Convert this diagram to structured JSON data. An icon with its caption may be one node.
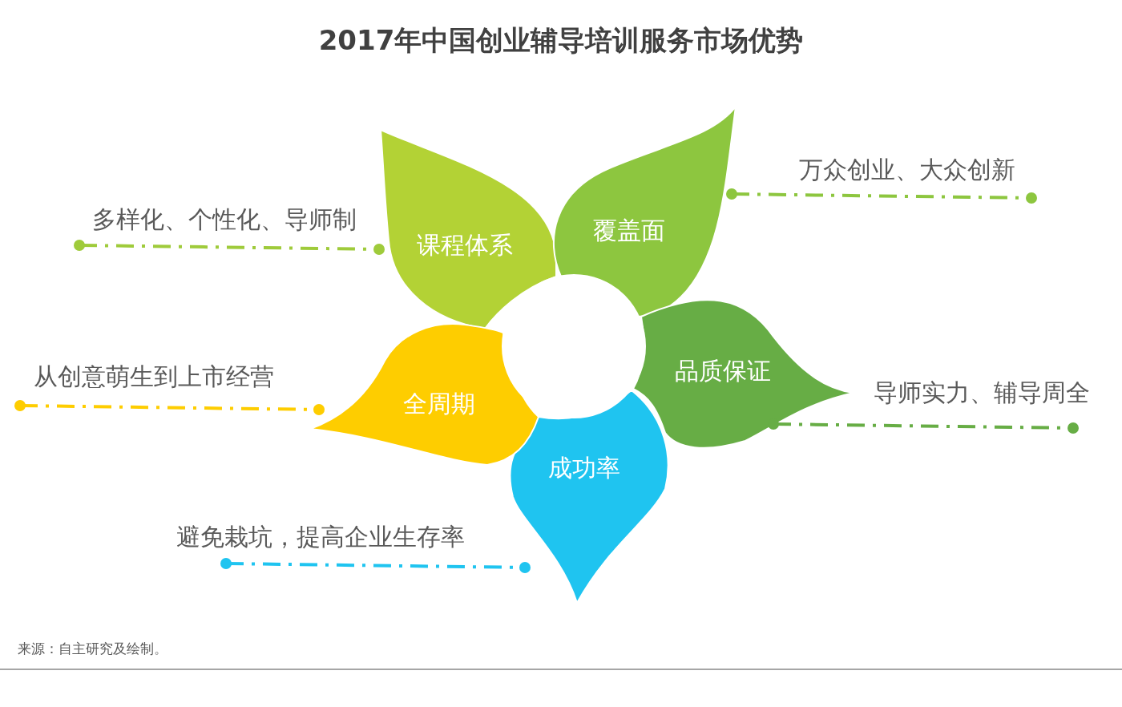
{
  "diagram": {
    "title": "2017年中国创业辅导培训服务市场优势",
    "caption": "来源：自主研究及绘制。",
    "nodes": [
      {
        "text": [
          "课程体系"
        ],
        "beside": [
          "多样化、个性化、导师制"
        ]
      },
      {
        "text": [
          "覆盖面"
        ],
        "beside": [
          "万众创业、大众创新"
        ]
      },
      {
        "text": [
          "品质保证"
        ],
        "beside": [
          "导师实力、辅导周全"
        ]
      },
      {
        "text": [
          "成功率"
        ],
        "beside": [
          "避免栽坑，提高企业生存率"
        ]
      },
      {
        "text": [
          "全周期"
        ],
        "beside": [
          "从创意萌生到上市经营"
        ]
      },
      {
        "text": [],
        "shape": "circle"
      }
    ],
    "edges": []
  }
}
